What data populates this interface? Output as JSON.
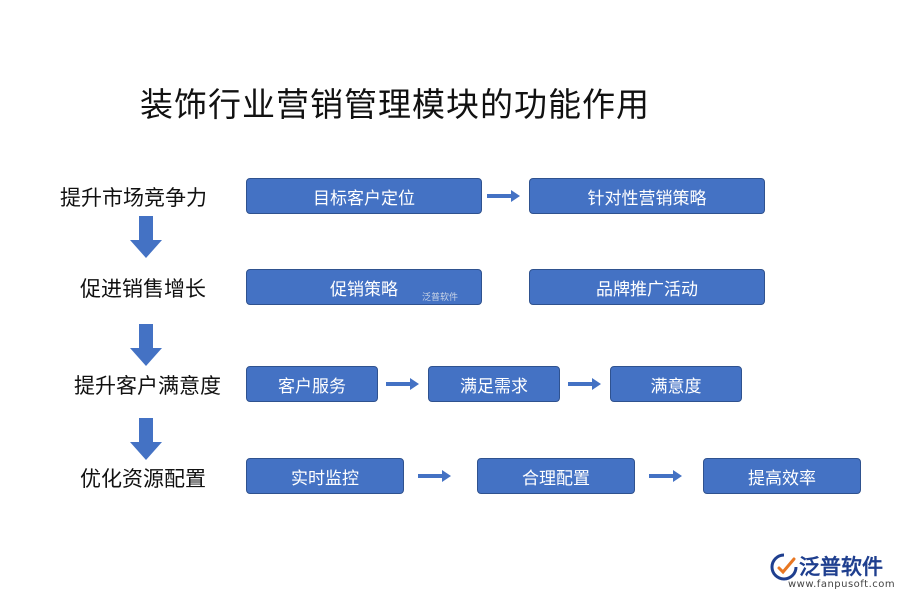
{
  "title": "装饰行业营销管理模块的功能作用",
  "rows": [
    {
      "label": "提升市场竞争力",
      "boxes": [
        "目标客户定位",
        "针对性营销策略"
      ]
    },
    {
      "label": "促进销售增长",
      "boxes": [
        "促销策略",
        "品牌推广活动"
      ]
    },
    {
      "label": "提升客户满意度",
      "boxes": [
        "客户服务",
        "满足需求",
        "满意度"
      ]
    },
    {
      "label": "优化资源配置",
      "boxes": [
        "实时监控",
        "合理配置",
        "提高效率"
      ]
    }
  ],
  "watermark": "泛普软件",
  "logo": {
    "name": "泛普软件",
    "url": "www.fanpusoft.com"
  },
  "colors": {
    "box_fill": "#4472c4",
    "box_border": "#2f528f",
    "box_text": "#ffffff",
    "arrow": "#4472c4"
  },
  "icons": {
    "horizontal_arrow": "right-arrow-icon",
    "vertical_arrow": "down-arrow-icon",
    "logo": "fanpu-logo-icon"
  }
}
